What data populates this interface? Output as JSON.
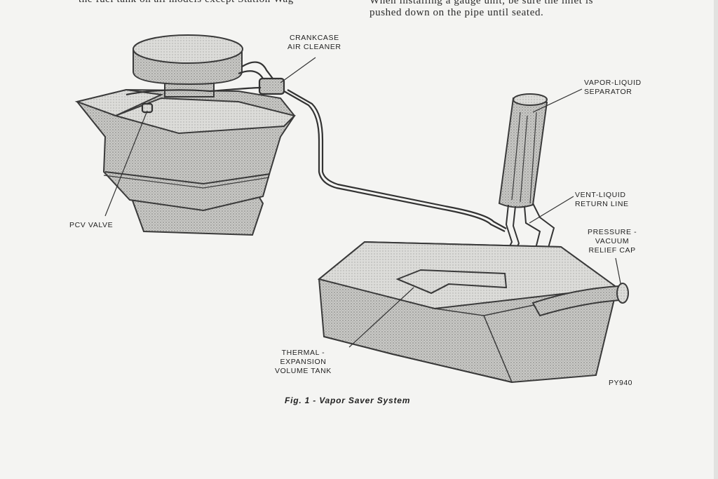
{
  "page_text": {
    "left_line": "the fuel tank on all models except Station Wag-",
    "right_line_1": "When installing a gauge unit, be sure the inlet is",
    "right_line_2": "pushed down on the pipe until seated."
  },
  "labels": {
    "crankcase_1": "CRANKCASE",
    "crankcase_2": "AIR CLEANER",
    "vapor_1": "VAPOR-LIQUID",
    "vapor_2": "SEPARATOR",
    "vent_1": "VENT-LIQUID",
    "vent_2": "RETURN LINE",
    "pcv": "PCV VALVE",
    "pressure_1": "PRESSURE -",
    "pressure_2": "VACUUM",
    "pressure_3": "RELIEF CAP",
    "thermal_1": "THERMAL -",
    "thermal_2": "EXPANSION",
    "thermal_3": "VOLUME TANK"
  },
  "figure": {
    "id": "PY940",
    "caption": "Fig. 1 - Vapor Saver System"
  }
}
